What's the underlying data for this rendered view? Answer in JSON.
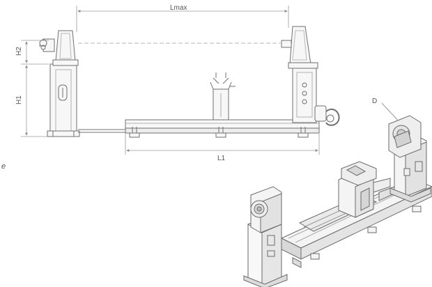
{
  "dimensions": {
    "lmax": "Lmax",
    "h2": "H2",
    "h1": "H1",
    "l1": "L1",
    "d": "D"
  },
  "side_note": "e",
  "colors": {
    "line": "#6f6f6f",
    "dim_line": "#9a9a9a",
    "fill": "#f4f4f4",
    "shade": "#d8d8d8"
  }
}
